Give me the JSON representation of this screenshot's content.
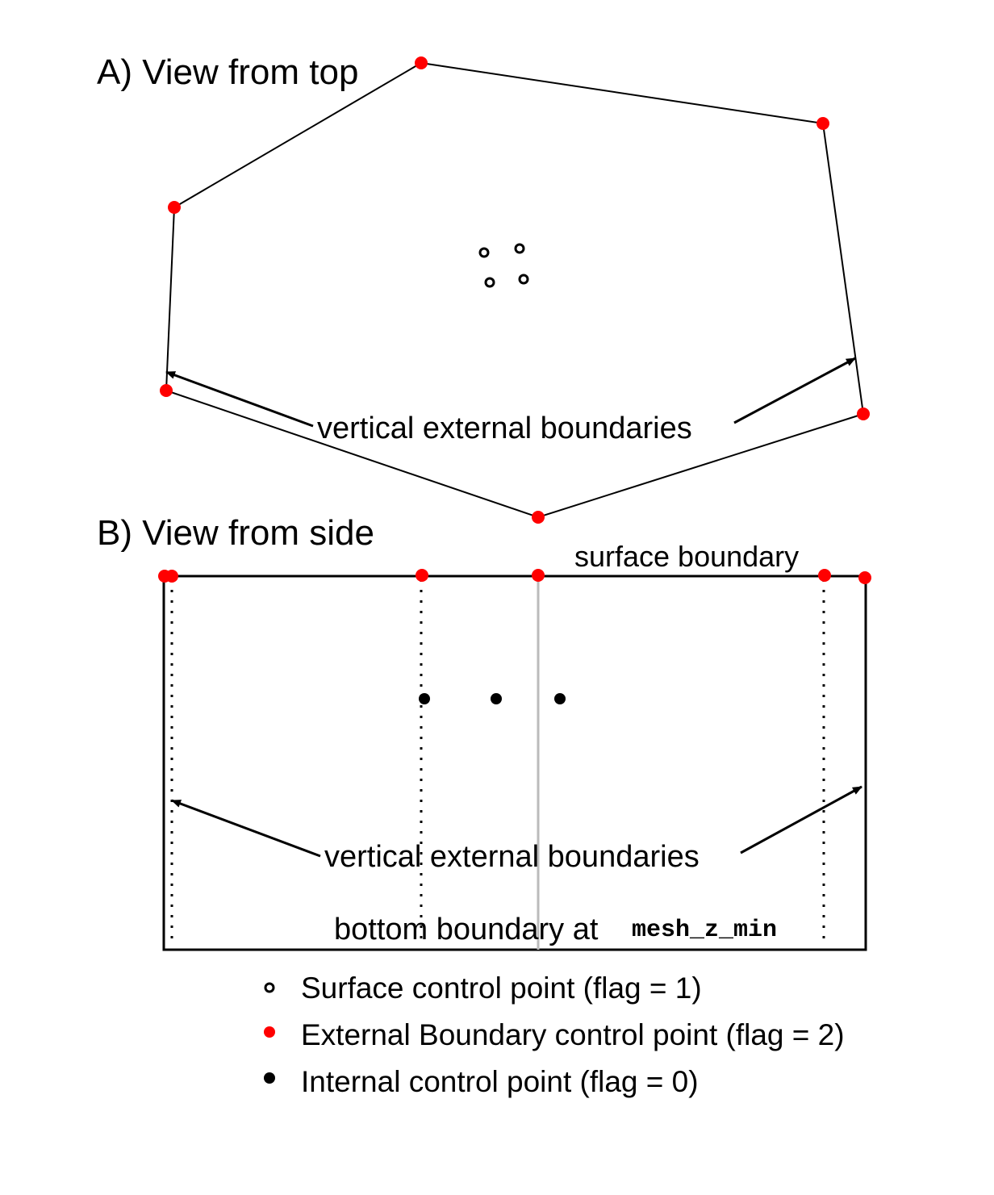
{
  "panel_a": {
    "title": "A) View from top",
    "arrow_label": "vertical external boundaries"
  },
  "panel_b": {
    "title": "B) View from side",
    "surface_label": "surface boundary",
    "arrow_label": "vertical external boundaries",
    "bottom_label": "bottom boundary at",
    "bottom_code": "mesh_z_min"
  },
  "legend": {
    "items": [
      {
        "label": "Surface control point (flag = 1)",
        "marker": "open-circle"
      },
      {
        "label": "External Boundary control point (flag = 2)",
        "marker": "red-dot"
      },
      {
        "label": "Internal control point (flag = 0)",
        "marker": "black-dot"
      }
    ]
  },
  "colors": {
    "boundary_point": "#ff0000",
    "line": "#000000",
    "center_line": "#bbbbbb"
  }
}
